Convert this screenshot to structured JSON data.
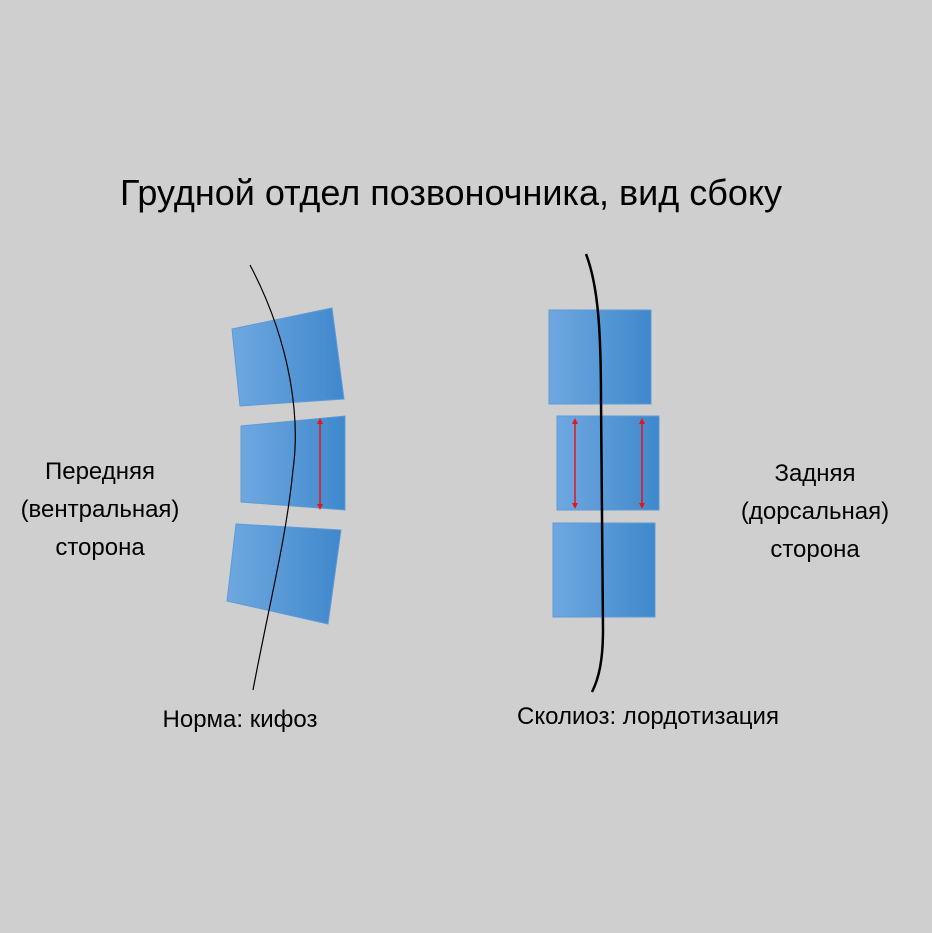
{
  "title": "Грудной отдел позвоночника, вид сбоку",
  "ventral_label": [
    "Передняя",
    "(вентральная)",
    "сторона"
  ],
  "dorsal_label": [
    "Задняя",
    "(дорсальная)",
    "сторона"
  ],
  "normal_caption": "Норма: кифоз",
  "scoliosis_caption": "Сколиоз: лордотизация",
  "colors": {
    "background": "#d0cfd0",
    "vertebra_light": "#6fa8e0",
    "vertebra_dark": "#3f88cc",
    "arrow": "#e8141b",
    "spine_line": "#000000"
  }
}
